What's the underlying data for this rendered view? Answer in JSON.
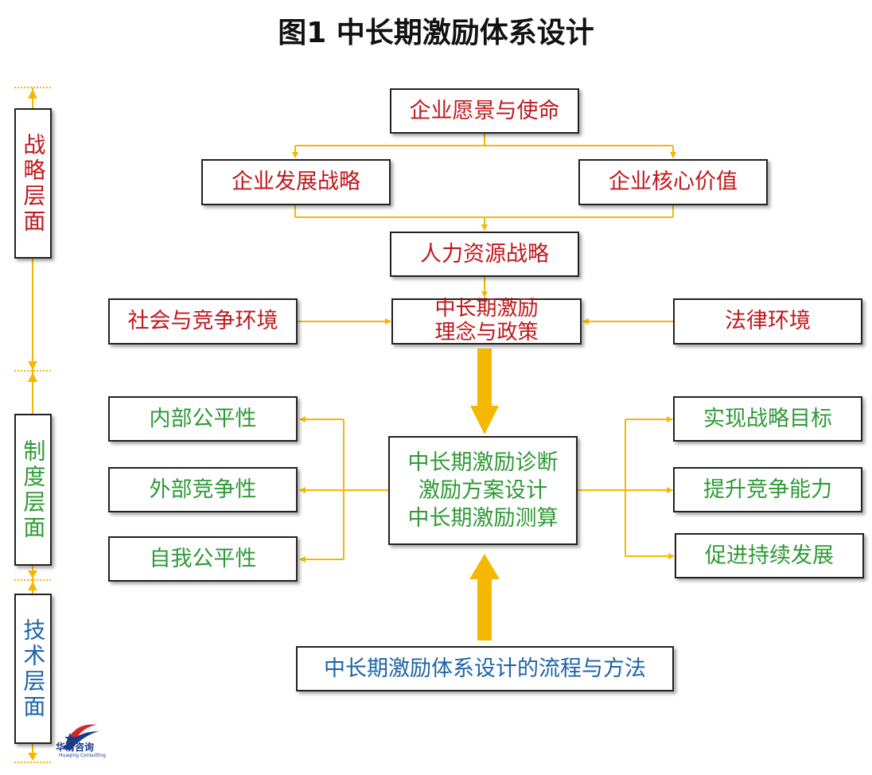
{
  "title": "图1   中长期激励体系设计",
  "levels": {
    "strategy": "战略层面",
    "system": "制度层面",
    "technology": "技术层面"
  },
  "boxes": {
    "vision": "企业愿景与使命",
    "dev_strategy": "企业发展战略",
    "core_value": "企业核心价值",
    "hr_strategy": "人力资源战略",
    "social_env": "社会与竞争环境",
    "philosophy_line1": "中长期激励",
    "philosophy_line2": "理念与政策",
    "legal_env": "法律环境",
    "internal_fair": "内部公平性",
    "external_comp": "外部竞争性",
    "self_fair": "自我公平性",
    "center_line1": "中长期激励诊断",
    "center_line2": "激励方案设计",
    "center_line3": "中长期激励测算",
    "goal1": "实现战略目标",
    "goal2": "提升竞争能力",
    "goal3": "促进持续发展",
    "process": "中长期激励体系设计的流程与方法"
  },
  "logo": {
    "name": "华清咨询",
    "sub": "Huaqing Consulting"
  },
  "colors": {
    "arrow": "#f5b800",
    "strategy_text": "#c0181c",
    "system_text": "#2f9a36",
    "tech_text": "#1e63a8"
  }
}
